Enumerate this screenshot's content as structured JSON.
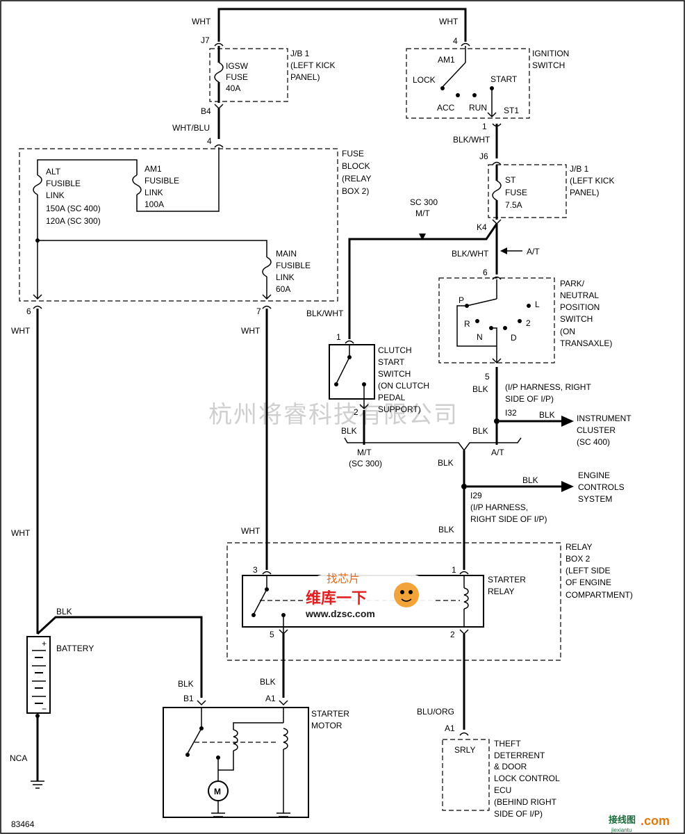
{
  "diagram": {
    "figure_id": "83464",
    "watermark": "杭州将睿科技有限公司",
    "corner_logo": {
      "text": "接线图",
      "suffix": ".com",
      "sub": "jiexiantu"
    },
    "overlay_logo": {
      "line1": "维库一下",
      "url": "www.dzsc.com",
      "top": "找芯片"
    },
    "wire_labels": {
      "wht_top_left": "WHT",
      "wht_top_right": "WHT",
      "wht_blu": "WHT/BLU",
      "blk_wht_ign": "BLK/WHT",
      "sc300_mt": "SC 300",
      "sc300_mt2": "M/T",
      "blk_wht_k4": "BLK/WHT",
      "at_arrow": "A/T",
      "blk_wht_clutch": "BLK/WHT",
      "wht_6": "WHT",
      "wht_7": "WHT",
      "blk_pn": "BLK",
      "blk_i32": "BLK",
      "blk_clutch": "BLK",
      "blk_at": "BLK",
      "mt_sc300": "M/T",
      "mt_sc300b": "(SC 300)",
      "at_label": "A/T",
      "blk_center": "BLK",
      "blk_engine": "BLK",
      "wht_relay": "WHT",
      "blk_relay": "BLK",
      "wht_battery": "WHT",
      "blk_battery": "BLK",
      "blk_b1": "BLK",
      "blk_a1": "BLK",
      "blu_org": "BLU/ORG",
      "nca": "NCA"
    },
    "pins": {
      "j7": "J7",
      "b4": "B4",
      "p4a": "4",
      "p4b": "4",
      "p1": "1",
      "j6": "J6",
      "k4": "K4",
      "p6pn": "6",
      "p5pn": "5",
      "p1c": "1",
      "p2c": "2",
      "p6": "6",
      "p7": "7",
      "i32": "I32",
      "i29": "I29",
      "r3": "3",
      "r1": "1",
      "r5": "5",
      "r2": "2",
      "b1": "B1",
      "a1": "A1",
      "a1t": "A1",
      "st1": "ST1"
    },
    "components": {
      "jb1_top": [
        "J/B 1",
        "(LEFT KICK",
        "PANEL)"
      ],
      "igsw_fuse": [
        "IGSW",
        "FUSE",
        "40A"
      ],
      "ignition_switch": [
        "IGNITION",
        "SWITCH"
      ],
      "ign_terms": {
        "am1": "AM1",
        "lock": "LOCK",
        "start": "START",
        "acc": "ACC",
        "run": "RUN"
      },
      "fuse_block": [
        "FUSE",
        "BLOCK",
        "(RELAY",
        "BOX 2)"
      ],
      "alt_link": [
        "ALT",
        "FUSIBLE",
        "LINK"
      ],
      "alt_ratings": [
        "150A    (SC 400)",
        "120A    (SC 300)"
      ],
      "am1_link": [
        "AM1",
        "FUSIBLE",
        "LINK",
        "100A"
      ],
      "main_link": [
        "MAIN",
        "FUSIBLE",
        "LINK",
        "60A"
      ],
      "jb1_mid": [
        "J/B 1",
        "(LEFT KICK",
        "PANEL)"
      ],
      "st_fuse": [
        "ST",
        "FUSE",
        "7.5A"
      ],
      "pn_switch": [
        "PARK/",
        "NEUTRAL",
        "POSITION",
        "SWITCH",
        "(ON",
        "TRANSAXLE)"
      ],
      "pn_terms": {
        "p": "P",
        "l": "L",
        "r": "R",
        "two": "2",
        "n": "N",
        "d": "D"
      },
      "clutch_switch": [
        "CLUTCH",
        "START",
        "SWITCH",
        "(ON CLUTCH",
        "PEDAL",
        "SUPPORT)"
      ],
      "ip_harness_1": [
        "(I/P HARNESS, RIGHT",
        "SIDE OF I/P)"
      ],
      "instrument_cluster": [
        "INSTRUMENT",
        "CLUSTER",
        "(SC 400)"
      ],
      "engine_controls": [
        "ENGINE",
        "CONTROLS",
        "SYSTEM"
      ],
      "ip_harness_2": [
        "(I/P HARNESS,",
        "RIGHT SIDE OF I/P)"
      ],
      "relay_box": [
        "RELAY",
        "BOX 2",
        "(LEFT SIDE",
        "OF ENGINE",
        "COMPARTMENT)"
      ],
      "starter_relay": [
        "STARTER",
        "RELAY"
      ],
      "battery": "BATTERY",
      "starter_motor": [
        "STARTER",
        "MOTOR"
      ],
      "motor_symbol": "M",
      "theft_ecu": [
        "THEFT",
        "DETERRENT",
        "& DOOR",
        "LOCK CONTROL",
        "ECU",
        "(BEHIND RIGHT",
        "SIDE OF I/P)"
      ],
      "srly": "SRLY"
    }
  }
}
